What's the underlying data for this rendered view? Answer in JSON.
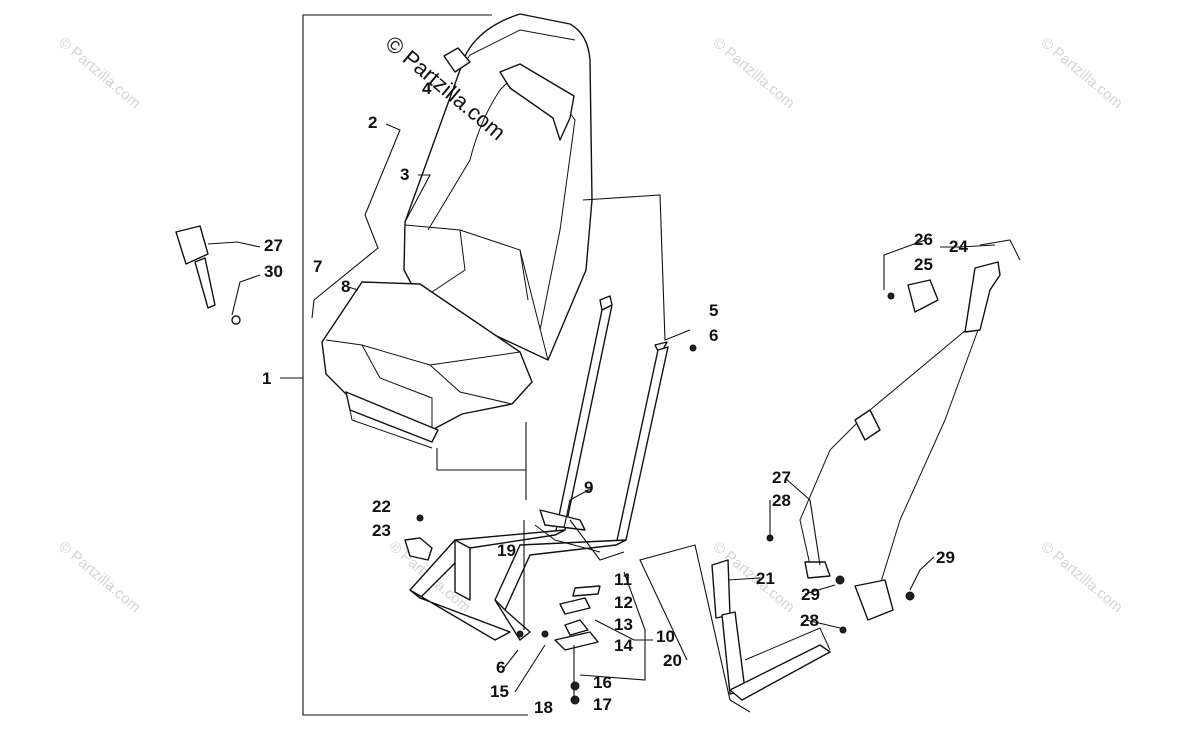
{
  "watermark": {
    "main": "© Partzilla.com",
    "repeat": "© Partzilla.com"
  },
  "callouts": [
    "1",
    "2",
    "3",
    "4",
    "5",
    "6",
    "6",
    "7",
    "8",
    "9",
    "10",
    "11",
    "12",
    "13",
    "14",
    "15",
    "16",
    "17",
    "18",
    "19",
    "20",
    "21",
    "22",
    "23",
    "24",
    "25",
    "26",
    "27",
    "27",
    "28",
    "28",
    "29",
    "29",
    "30"
  ]
}
